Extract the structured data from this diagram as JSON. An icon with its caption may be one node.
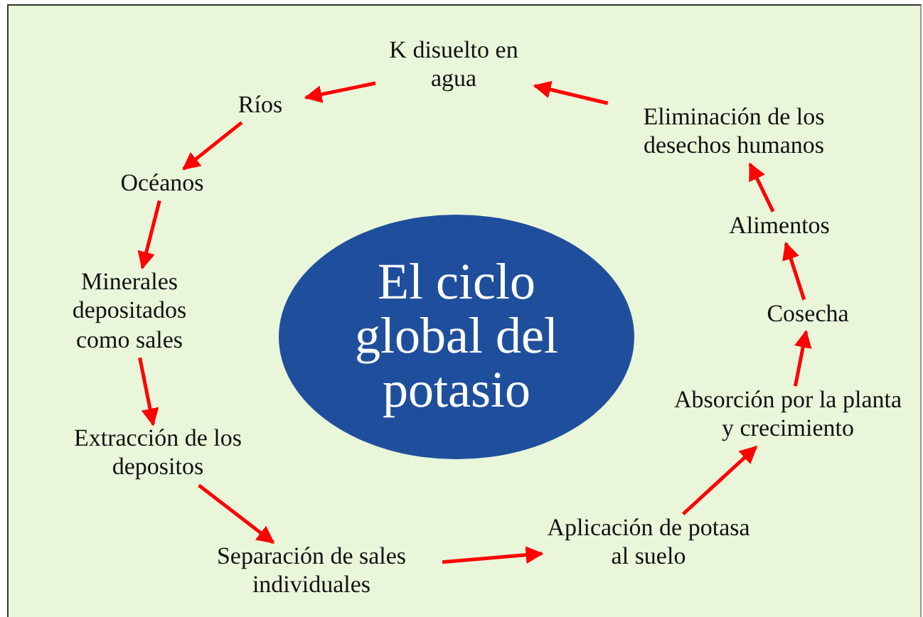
{
  "diagram": {
    "nodes": [
      {
        "text": [
          "K disuelto en agua"
        ]
      },
      {
        "text": [
          "Ríos"
        ]
      },
      {
        "text": [
          "Océanos"
        ]
      },
      {
        "text": [
          "Minerales depositados como sales"
        ]
      },
      {
        "text": [
          "Extracción de los depositos"
        ]
      },
      {
        "text": [
          "Separación de sales individuales"
        ]
      },
      {
        "text": [
          "Aplicación de potasa al suelo"
        ]
      },
      {
        "text": [
          "Absorción por la planta y crecimiento"
        ]
      },
      {
        "text": [
          "Cosecha"
        ]
      },
      {
        "text": [
          "Alimentos"
        ]
      },
      {
        "text": [
          "Eliminación de los desechos humanos"
        ]
      },
      {
        "text": [
          "El ciclo global del potasio"
        ]
      }
    ],
    "edges": [
      {
        "from": 0,
        "to": 1,
        "arrow": "to"
      },
      {
        "from": 1,
        "to": 2,
        "arrow": "to"
      },
      {
        "from": 2,
        "to": 3,
        "arrow": "to"
      },
      {
        "from": 3,
        "to": 4,
        "arrow": "to"
      },
      {
        "from": 4,
        "to": 5,
        "arrow": "to"
      },
      {
        "from": 5,
        "to": 6,
        "arrow": "to"
      },
      {
        "from": 6,
        "to": 7,
        "arrow": "to"
      },
      {
        "from": 7,
        "to": 8,
        "arrow": "to"
      },
      {
        "from": 8,
        "to": 9,
        "arrow": "to"
      },
      {
        "from": 9,
        "to": 10,
        "arrow": "to"
      },
      {
        "from": 10,
        "to": 0,
        "arrow": "to"
      }
    ]
  }
}
